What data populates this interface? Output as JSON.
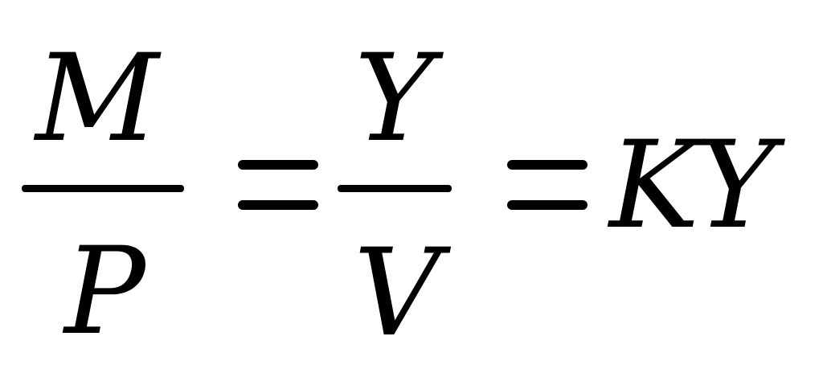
{
  "equation": {
    "first_fraction": {
      "numerator": "M",
      "denominator": "P"
    },
    "second_fraction": {
      "numerator": "Y",
      "denominator": "V"
    },
    "rhs": "KY"
  }
}
